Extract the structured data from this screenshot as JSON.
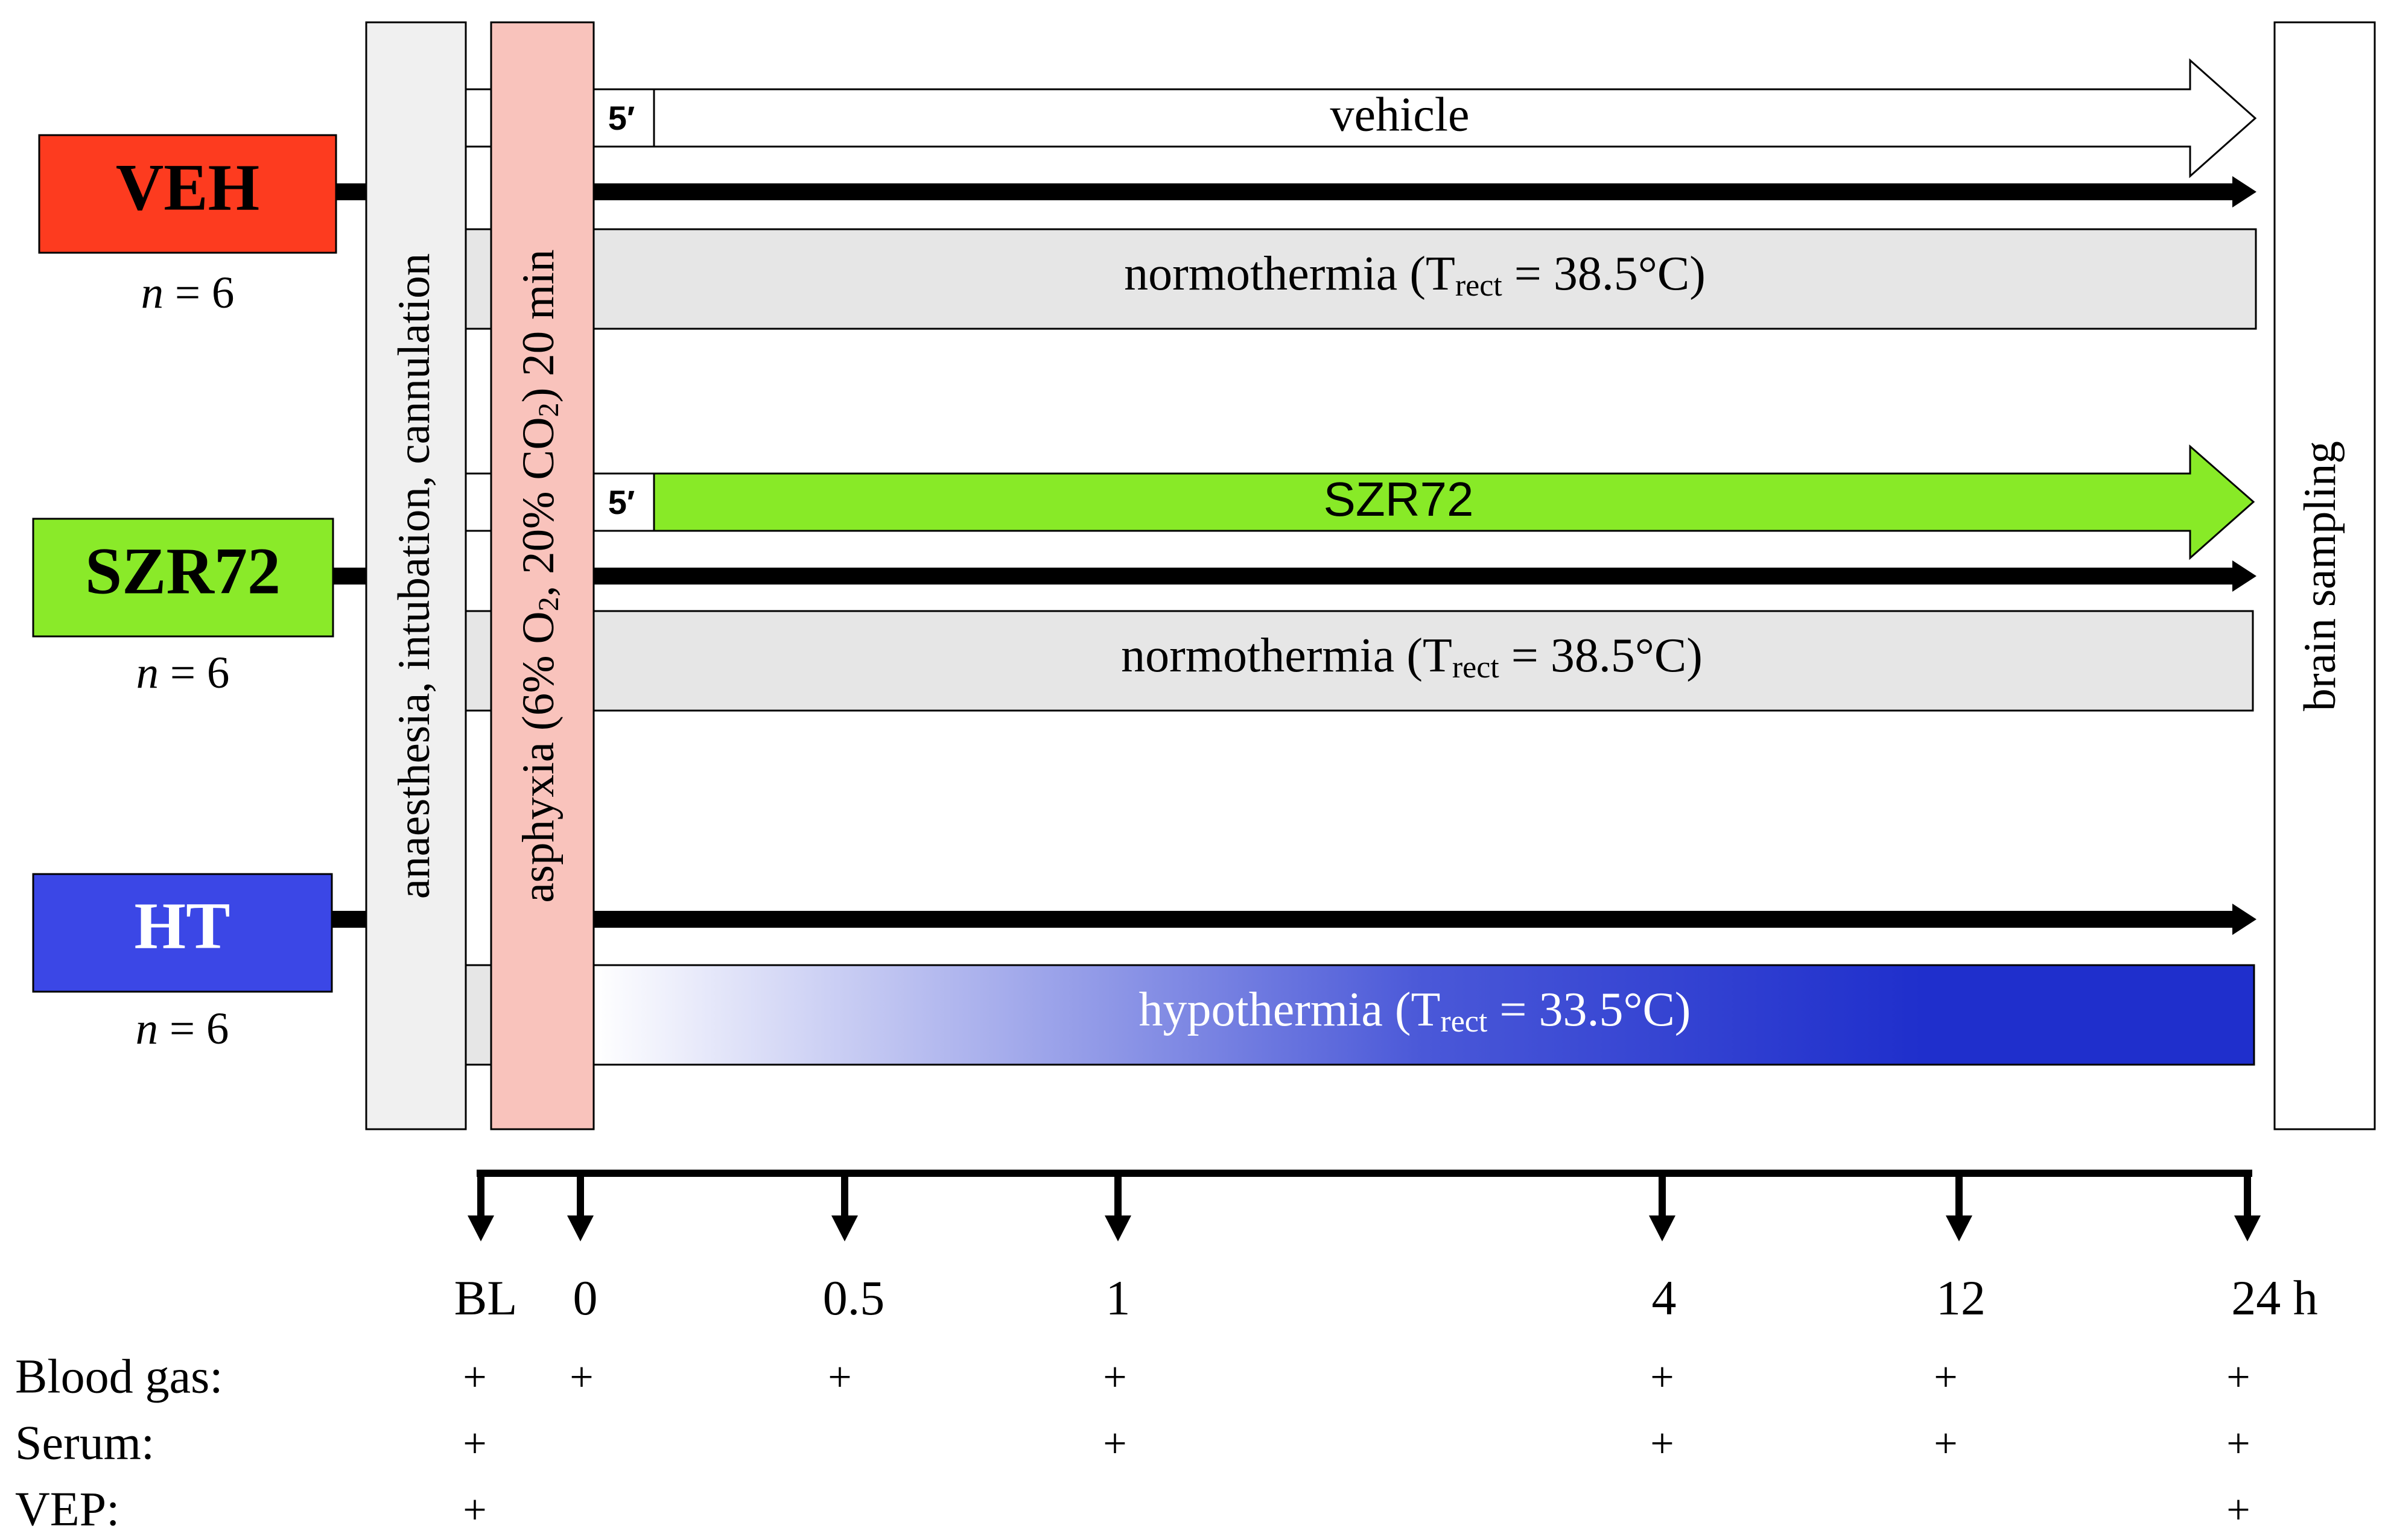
{
  "groups": [
    {
      "label": "VEH",
      "n_label": "n",
      "n_value": "= 6",
      "color": "#fd3b1f",
      "treatment": {
        "delay_label": "5′",
        "label": "vehicle",
        "fill": "#ffffff"
      },
      "temperature": {
        "text": "normothermia (T",
        "sub": "rect",
        "suffix": " = 38.5°C)",
        "style": "gray"
      }
    },
    {
      "label": "SZR72",
      "n_label": "n",
      "n_value": "= 6",
      "color": "#8aea29",
      "treatment": {
        "delay_label": "5′",
        "label": "SZR72",
        "fill": "#88ea27"
      },
      "temperature": {
        "text": "normothermia (T",
        "sub": "rect",
        "suffix": " = 38.5°C)",
        "style": "gray"
      }
    },
    {
      "label": "HT",
      "n_label": "n",
      "n_value": "= 6",
      "color": "#3b47e6",
      "temperature": {
        "text": "hypothermia (T",
        "sub": "rect",
        "suffix": " = 33.5°C)",
        "style": "blue-gradient"
      }
    }
  ],
  "phases": {
    "anaesthesia": "anaesthesia, intubation, cannulation",
    "asphyxia": {
      "prefix": "asphyxia (6% O",
      "sub1": "2",
      "middle": ", 20% CO",
      "sub2": "2",
      "suffix": ") 20 min"
    },
    "brain_sampling": "brain sampling"
  },
  "timeline": {
    "ticks": [
      "BL",
      "0",
      "0.5",
      "1",
      "4",
      "12",
      "24 h"
    ],
    "rows": [
      {
        "label": "Blood gas:",
        "marks": [
          "+",
          "+",
          "+",
          "+",
          "+",
          "+",
          "+"
        ]
      },
      {
        "label": "Serum:",
        "marks": [
          "+",
          "",
          "",
          "+",
          "+",
          "+",
          "+"
        ]
      },
      {
        "label": "VEP:",
        "marks": [
          "+",
          "",
          "",
          "",
          "",
          "",
          "+"
        ]
      }
    ]
  },
  "colors": {
    "anaesthesia_fill": "#f0f0f0",
    "asphyxia_fill": "#f9c3bc",
    "temperature_gray": "#e6e6e6",
    "hypothermia_blue": "#1f2fcc",
    "line": "#000000"
  }
}
